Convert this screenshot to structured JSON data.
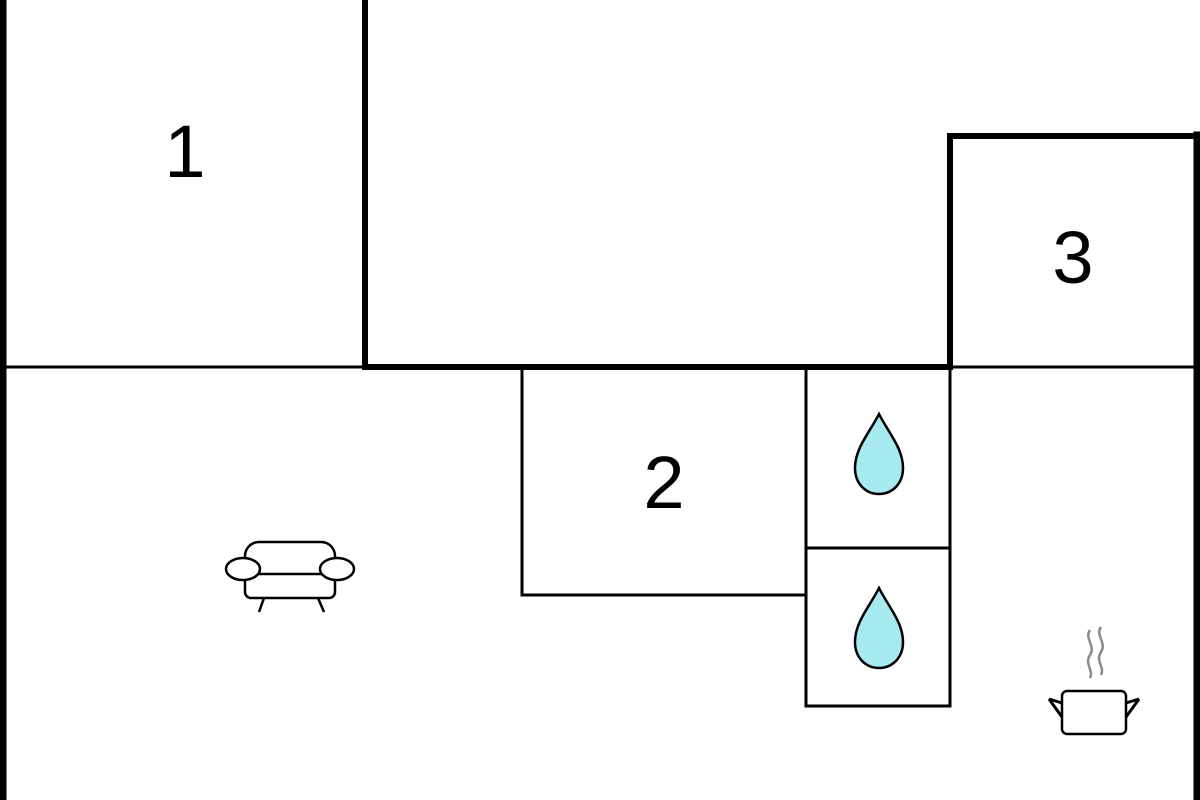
{
  "rooms": [
    {
      "number": "1"
    },
    {
      "number": "2"
    },
    {
      "number": "3"
    }
  ],
  "icons": {
    "sofa": "sofa-icon",
    "water": "water-drop-icon",
    "kitchen": "cooking-pot-icon"
  },
  "colors": {
    "wall": "#000000",
    "water": "#a6eaf0",
    "steam": "#8a8a8a",
    "background": "#ffffff"
  }
}
